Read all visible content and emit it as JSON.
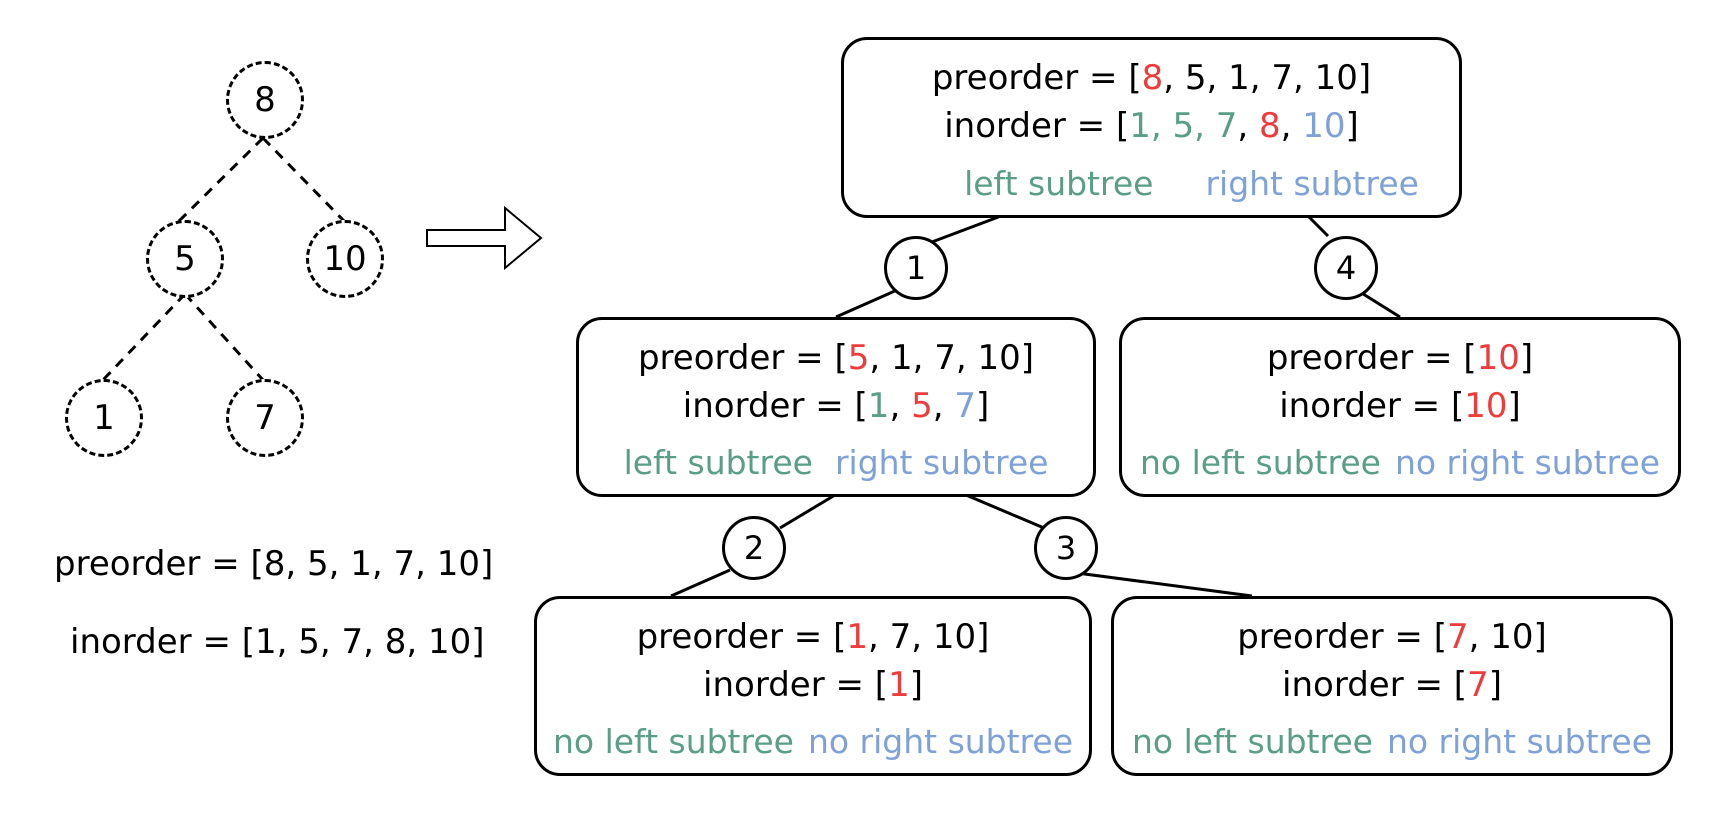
{
  "tree": {
    "nodes": [
      "8",
      "5",
      "10",
      "1",
      "7"
    ]
  },
  "arrays": {
    "preorder_line": "preorder = [8, 5, 1, 7, 10]",
    "inorder_line": "inorder = [1, 5, 7, 8, 10]"
  },
  "steps": [
    "1",
    "2",
    "3",
    "4"
  ],
  "labels": {
    "preorder_prefix": "preorder = [",
    "inorder_prefix": "inorder = [",
    "close": "]",
    "left_subtree": "left subtree",
    "right_subtree": "right subtree",
    "no_left_subtree": "no left subtree",
    "no_right_subtree": "no right subtree"
  },
  "boxes": {
    "root": {
      "pre_root": "8",
      "pre_rest": ", 5, 1, 7, 10",
      "in_left": "1, 5, 7",
      "in_root": "8",
      "in_right": "10"
    },
    "b5": {
      "pre_root": "5",
      "pre_rest": ", 1, 7, 10",
      "in_left": "1",
      "in_root": "5",
      "in_right": "7"
    },
    "b10": {
      "pre_root": "10",
      "pre_rest": "",
      "in_root": "10"
    },
    "b1": {
      "pre_root": "1",
      "pre_rest": ", 7, 10",
      "in_root": "1"
    },
    "b7": {
      "pre_root": "7",
      "pre_rest": ", 10",
      "in_root": "7"
    }
  },
  "colors": {
    "root": "#ee3b3b",
    "left": "#5a9e88",
    "right": "#7ea1d8"
  }
}
